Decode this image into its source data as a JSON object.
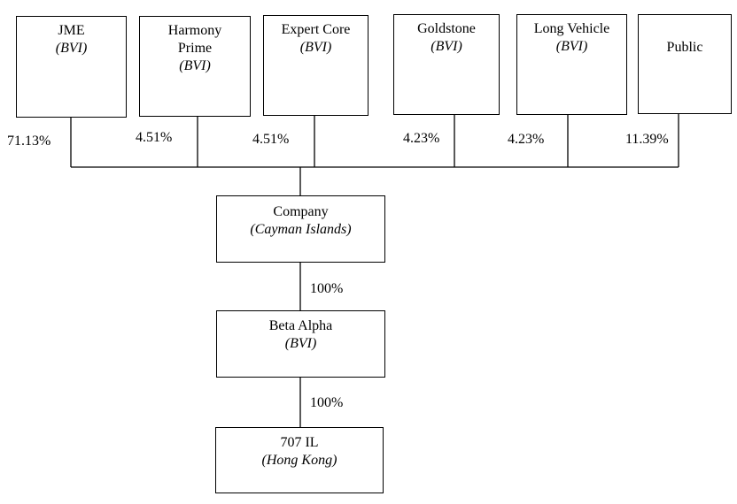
{
  "shareholders": [
    {
      "name": "JME",
      "jurisdiction": "(BVI)",
      "percent": "71.13%"
    },
    {
      "name": "Harmony Prime",
      "jurisdiction": "(BVI)",
      "percent": "4.51%"
    },
    {
      "name": "Expert Core",
      "jurisdiction": "(BVI)",
      "percent": "4.51%"
    },
    {
      "name": "Goldstone",
      "jurisdiction": "(BVI)",
      "percent": "4.23%"
    },
    {
      "name": "Long Vehicle",
      "jurisdiction": "(BVI)",
      "percent": "4.23%"
    },
    {
      "name": "Public",
      "jurisdiction": "",
      "percent": "11.39%"
    }
  ],
  "company": {
    "name": "Company",
    "jurisdiction": "(Cayman Islands)"
  },
  "subsidiary": {
    "name": "Beta Alpha",
    "jurisdiction": "(BVI)",
    "percent": "100%"
  },
  "operating": {
    "name": "707 IL",
    "jurisdiction": "(Hong Kong)",
    "percent": "100%"
  }
}
